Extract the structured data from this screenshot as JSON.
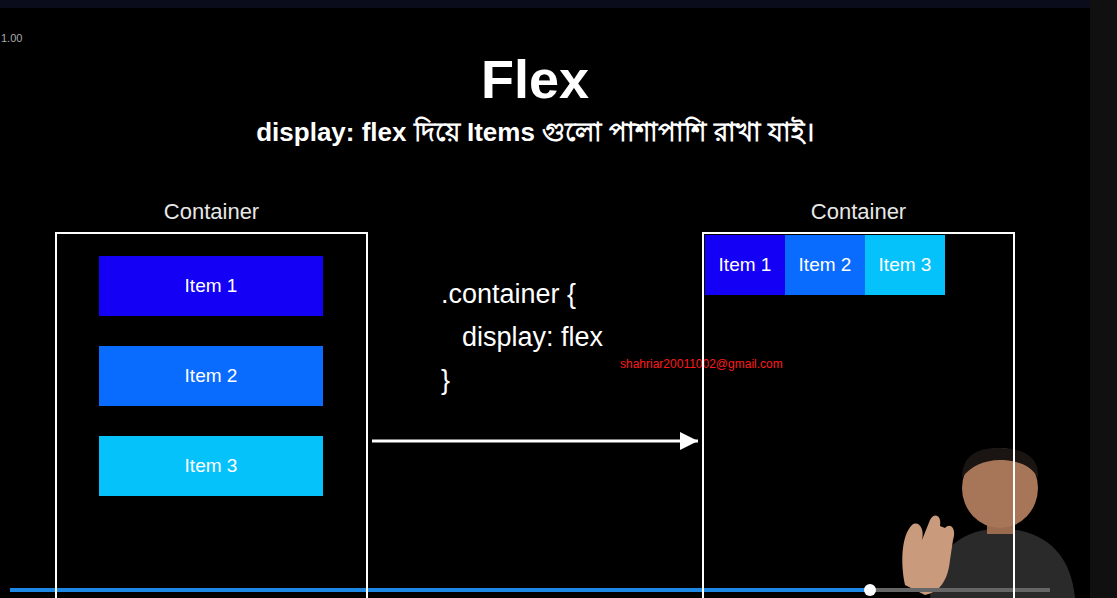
{
  "diagram": {
    "title": "Flex",
    "caption": "display: flex দিয়ে Items গুলো পাশাপাশি রাখা যাই।",
    "nodes": [
      {
        "text": [
          "Container"
        ]
      },
      {
        "text": [
          "Item 1"
        ],
        "in": 0
      },
      {
        "text": [
          "Item 2"
        ],
        "in": 0
      },
      {
        "text": [
          "Item 3"
        ],
        "in": 0
      },
      {
        "text": [
          "Container"
        ]
      },
      {
        "text": [
          "Item 1"
        ],
        "in": 4
      },
      {
        "text": [
          "Item 2"
        ],
        "in": 4
      },
      {
        "text": [
          "Item 3"
        ],
        "in": 4
      }
    ],
    "edges": [
      {
        "from": 0,
        "to": 4,
        "arrow": "to"
      }
    ],
    "labels": [
      ".container {",
      "display: flex",
      "}",
      "shahriar20011002@gmail.com",
      "1.00"
    ]
  }
}
